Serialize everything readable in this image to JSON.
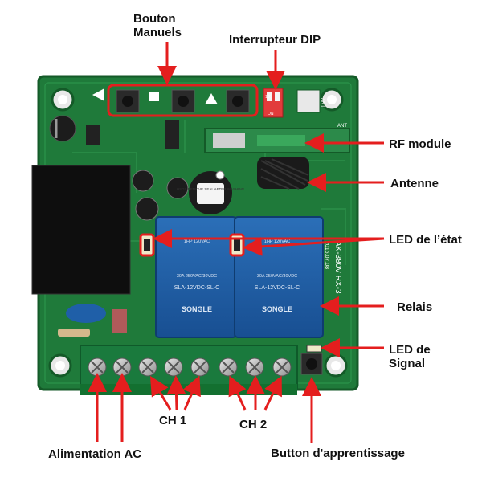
{
  "labels": {
    "manual_buttons": "Bouton\nManuels",
    "dip_switch": "Interrupteur DIP",
    "rf_module": "RF module",
    "antenna": "Antenne",
    "status_led": "LED de l’état",
    "relays": "Relais",
    "signal_led": "LED de\nSignal",
    "ch1": "CH 1",
    "ch2": "CH 2",
    "ac_power": "Alimentation AC",
    "learn_button": "Button d'apprentissage"
  },
  "board_text": {
    "relay_brand": "SONGLE",
    "relay_model": "SLA-12VDC-SL-C",
    "relay_rating_1": "30A 250VAC/30VDC",
    "relay_rating_2": "1HP 120VAC",
    "board_id": "AK-380V RX-3",
    "board_date": "2016.07.08",
    "antenna_tag": "ANT",
    "buzzer_text": "HSDS REMOVE SEAL AFTER WASHING",
    "dip_on": "ON",
    "dip_numbers": "1 2"
  },
  "colors": {
    "arrow": "#e41e1e",
    "pcb": "#1f7a3a",
    "pcb_dark": "#145a28",
    "relay": "#1f5fa8",
    "terminal": "#1a7a3d",
    "label": "#111111"
  }
}
